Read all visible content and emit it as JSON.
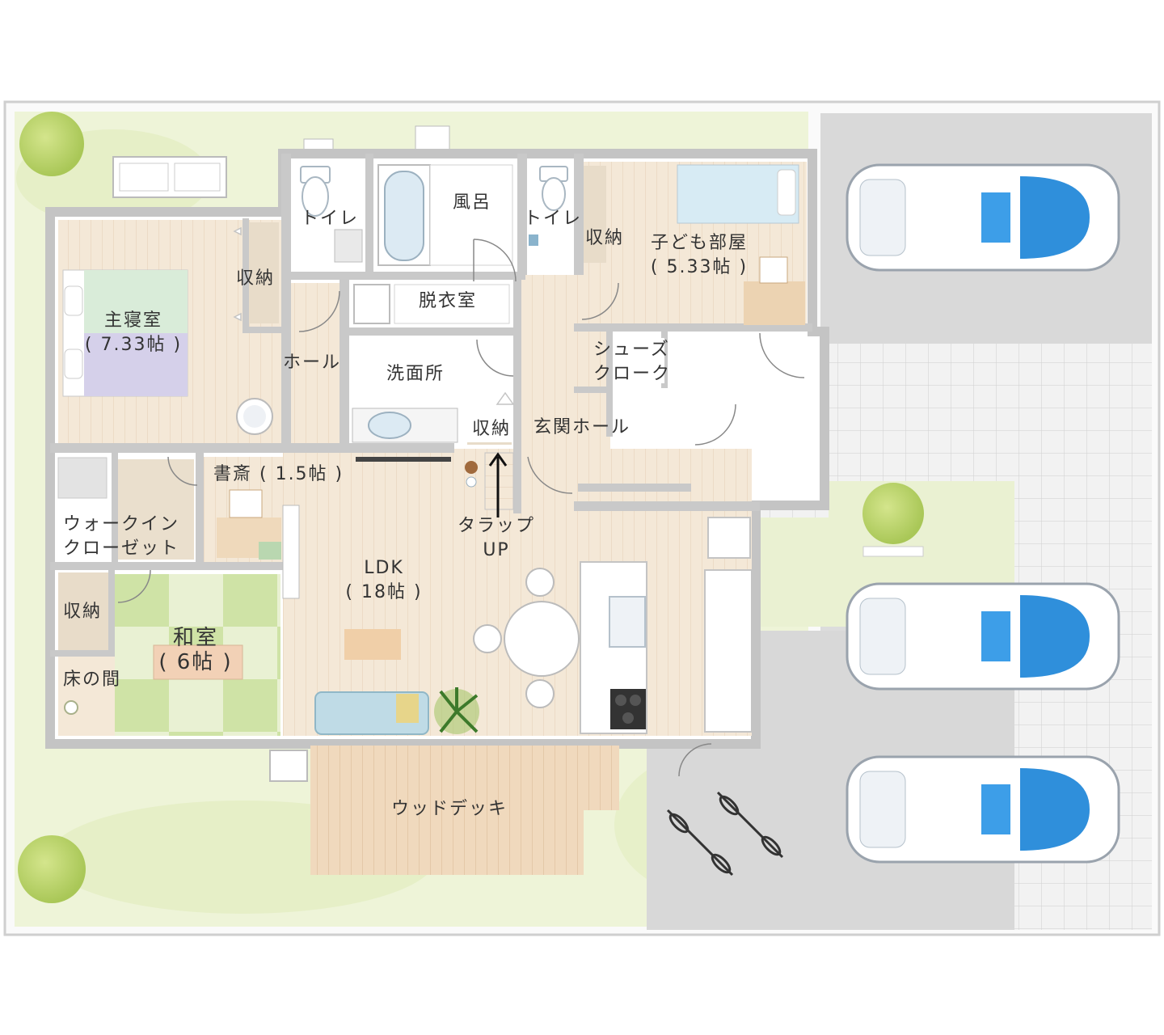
{
  "rooms": {
    "master_bedroom": {
      "name": "主寝室",
      "size": "( 7.33帖 )"
    },
    "master_storage": "収納",
    "hall": "ホール",
    "toilet_left": "トイレ",
    "bath": "風呂",
    "toilet_right": "トイレ",
    "child_storage": "収納",
    "child_room": {
      "name": "子ども部屋",
      "size": "( 5.33帖 )"
    },
    "dressing": "脱衣室",
    "washroom": "洗面所",
    "shoes_cloak": {
      "line1": "シューズ",
      "line2": "クローク"
    },
    "hall_storage": "収納",
    "entrance_hall": "玄関ホール",
    "study": "書斎 ( 1.5帖 )",
    "walk_in_closet": {
      "line1": "ウォークイン",
      "line2": "クローゼット"
    },
    "tatami_storage": "収納",
    "tatami_room": {
      "name": "和室",
      "size": "( 6帖 )"
    },
    "tokonoma": "床の間",
    "ldk": {
      "name": "LDK",
      "size": "( 18帖 )"
    },
    "stairs": {
      "line1": "タラップ",
      "line2": "UP"
    },
    "wood_deck": "ウッドデッキ"
  },
  "colors": {
    "wall": "#c8c8c8",
    "floor_wood": "#f3e7d6",
    "garden": "#eef3d6",
    "tree": "#c3d871",
    "paving": "#dedede",
    "car_glass": "#2f8fdb"
  }
}
